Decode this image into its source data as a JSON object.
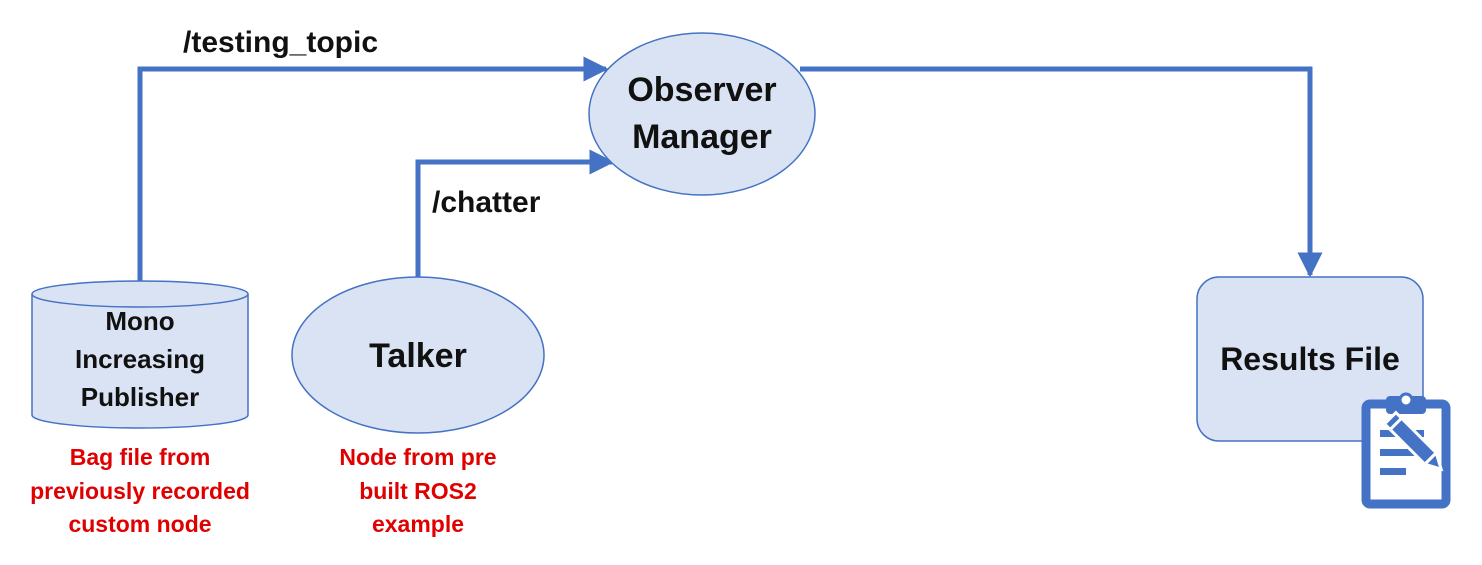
{
  "colors": {
    "line": "#4472c4",
    "node_fill": "#dae3f3",
    "node_stroke": "#4472c4",
    "annotation": "#e00000",
    "icon": "#4472c4"
  },
  "nodes": {
    "observer_manager": {
      "line1": "Observer",
      "line2": "Manager",
      "shape": "ellipse"
    },
    "talker": {
      "label": "Talker",
      "shape": "ellipse"
    },
    "bag_publisher": {
      "line1": "Mono",
      "line2": "Increasing",
      "line3": "Publisher",
      "shape": "cylinder"
    },
    "results_file": {
      "label": "Results File",
      "shape": "rounded-rectangle"
    }
  },
  "edges": {
    "testing_topic": {
      "label": "/testing_topic",
      "from": "bag_publisher",
      "to": "observer_manager"
    },
    "chatter": {
      "label": "/chatter",
      "from": "talker",
      "to": "observer_manager"
    },
    "results": {
      "label": "",
      "from": "observer_manager",
      "to": "results_file"
    }
  },
  "annotations": {
    "bag_publisher": {
      "line1": "Bag file from",
      "line2": "previously recorded",
      "line3": "custom node"
    },
    "talker": {
      "line1": "Node from pre",
      "line2": "built ROS2",
      "line3": "example"
    }
  },
  "icons": {
    "results_file": "clipboard-edit-icon"
  }
}
